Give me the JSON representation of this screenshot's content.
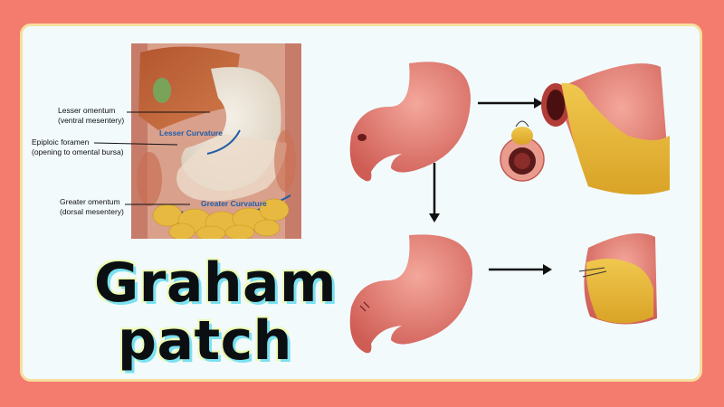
{
  "anatomy": {
    "labels": {
      "lesser_omentum": "Lesser omentum",
      "lesser_omentum_sub": "(ventral mesentery)",
      "epiploic_foramen": "Epiploic foramen",
      "epiploic_foramen_sub": "(opening to omental bursa)",
      "greater_omentum": "Greater omentum",
      "greater_omentum_sub": "(dorsal mesentery)",
      "lesser_curvature": "Lesser Curvature",
      "greater_curvature": "Greater Curvature"
    }
  },
  "title": {
    "line1": "Graham",
    "line2": "patch"
  },
  "colors": {
    "background": "#f47c6e",
    "card": "#f2fafc",
    "card_border": "#f6df9e",
    "stomach": "#e07a72",
    "omentum": "#e8b940",
    "curvature_line": "#1f5ea8",
    "title_text": "#0b0f12"
  }
}
